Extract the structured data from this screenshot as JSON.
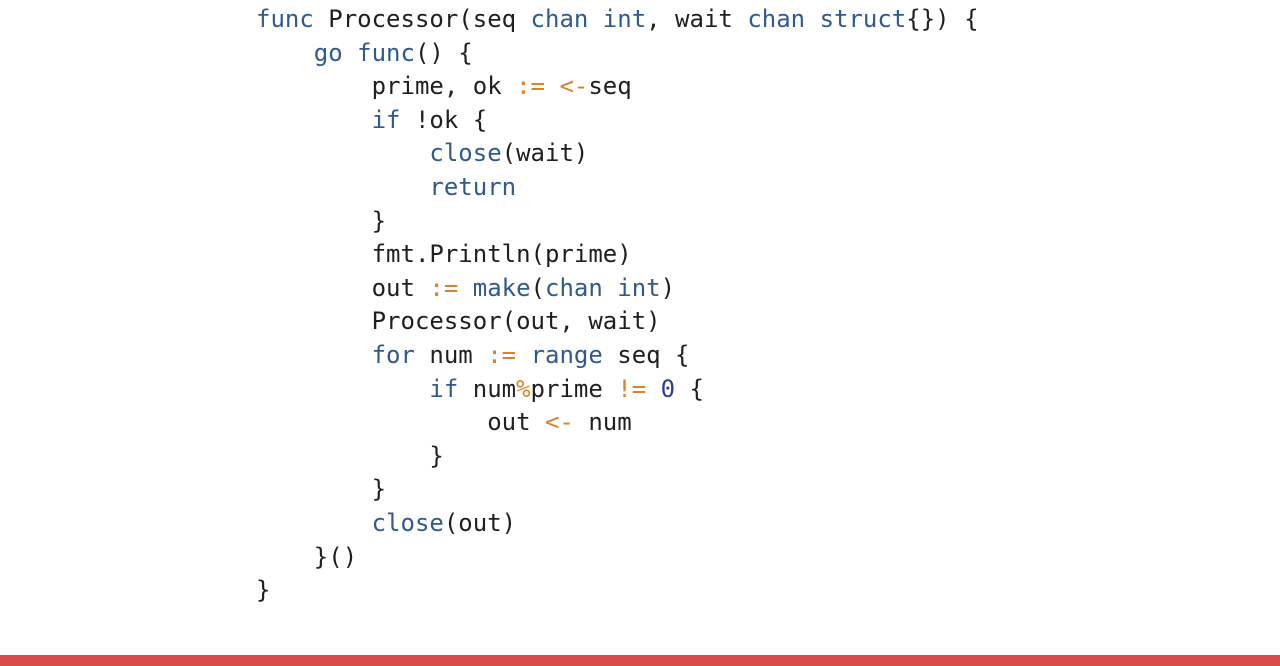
{
  "colors": {
    "keyword": "#305a8c",
    "operator": "#d9822b",
    "number": "#2b3a9c",
    "text": "#1f1f1f",
    "bottom_bar": "#d94a4a",
    "background": "#ffffff"
  },
  "code": {
    "language": "go",
    "lines": [
      [
        {
          "t": "kw",
          "v": "func"
        },
        {
          "t": "txt",
          "v": " Processor(seq "
        },
        {
          "t": "kw",
          "v": "chan"
        },
        {
          "t": "txt",
          "v": " "
        },
        {
          "t": "kw",
          "v": "int"
        },
        {
          "t": "txt",
          "v": ", wait "
        },
        {
          "t": "kw",
          "v": "chan"
        },
        {
          "t": "txt",
          "v": " "
        },
        {
          "t": "kw",
          "v": "struct"
        },
        {
          "t": "txt",
          "v": "{}) {"
        }
      ],
      [
        {
          "t": "txt",
          "v": "    "
        },
        {
          "t": "kw",
          "v": "go"
        },
        {
          "t": "txt",
          "v": " "
        },
        {
          "t": "kw",
          "v": "func"
        },
        {
          "t": "txt",
          "v": "() {"
        }
      ],
      [
        {
          "t": "txt",
          "v": "        prime, ok "
        },
        {
          "t": "op",
          "v": ":="
        },
        {
          "t": "txt",
          "v": " "
        },
        {
          "t": "op",
          "v": "<-"
        },
        {
          "t": "txt",
          "v": "seq"
        }
      ],
      [
        {
          "t": "txt",
          "v": "        "
        },
        {
          "t": "kw",
          "v": "if"
        },
        {
          "t": "txt",
          "v": " !ok {"
        }
      ],
      [
        {
          "t": "txt",
          "v": "            "
        },
        {
          "t": "kw",
          "v": "close"
        },
        {
          "t": "txt",
          "v": "(wait)"
        }
      ],
      [
        {
          "t": "txt",
          "v": "            "
        },
        {
          "t": "kw",
          "v": "return"
        }
      ],
      [
        {
          "t": "txt",
          "v": "        }"
        }
      ],
      [
        {
          "t": "txt",
          "v": "        fmt.Println(prime)"
        }
      ],
      [
        {
          "t": "txt",
          "v": "        out "
        },
        {
          "t": "op",
          "v": ":="
        },
        {
          "t": "txt",
          "v": " "
        },
        {
          "t": "kw",
          "v": "make"
        },
        {
          "t": "txt",
          "v": "("
        },
        {
          "t": "kw",
          "v": "chan"
        },
        {
          "t": "txt",
          "v": " "
        },
        {
          "t": "kw",
          "v": "int"
        },
        {
          "t": "txt",
          "v": ")"
        }
      ],
      [
        {
          "t": "txt",
          "v": "        Processor(out, wait)"
        }
      ],
      [
        {
          "t": "txt",
          "v": "        "
        },
        {
          "t": "kw",
          "v": "for"
        },
        {
          "t": "txt",
          "v": " num "
        },
        {
          "t": "op",
          "v": ":="
        },
        {
          "t": "txt",
          "v": " "
        },
        {
          "t": "kw",
          "v": "range"
        },
        {
          "t": "txt",
          "v": " seq {"
        }
      ],
      [
        {
          "t": "txt",
          "v": "            "
        },
        {
          "t": "kw",
          "v": "if"
        },
        {
          "t": "txt",
          "v": " num"
        },
        {
          "t": "op",
          "v": "%"
        },
        {
          "t": "txt",
          "v": "prime "
        },
        {
          "t": "op",
          "v": "!="
        },
        {
          "t": "txt",
          "v": " "
        },
        {
          "t": "num",
          "v": "0"
        },
        {
          "t": "txt",
          "v": " {"
        }
      ],
      [
        {
          "t": "txt",
          "v": "                out "
        },
        {
          "t": "op",
          "v": "<-"
        },
        {
          "t": "txt",
          "v": " num"
        }
      ],
      [
        {
          "t": "txt",
          "v": "            }"
        }
      ],
      [
        {
          "t": "txt",
          "v": "        }"
        }
      ],
      [
        {
          "t": "txt",
          "v": "        "
        },
        {
          "t": "kw",
          "v": "close"
        },
        {
          "t": "txt",
          "v": "(out)"
        }
      ],
      [
        {
          "t": "txt",
          "v": "    }()"
        }
      ],
      [
        {
          "t": "txt",
          "v": "}"
        }
      ]
    ]
  }
}
